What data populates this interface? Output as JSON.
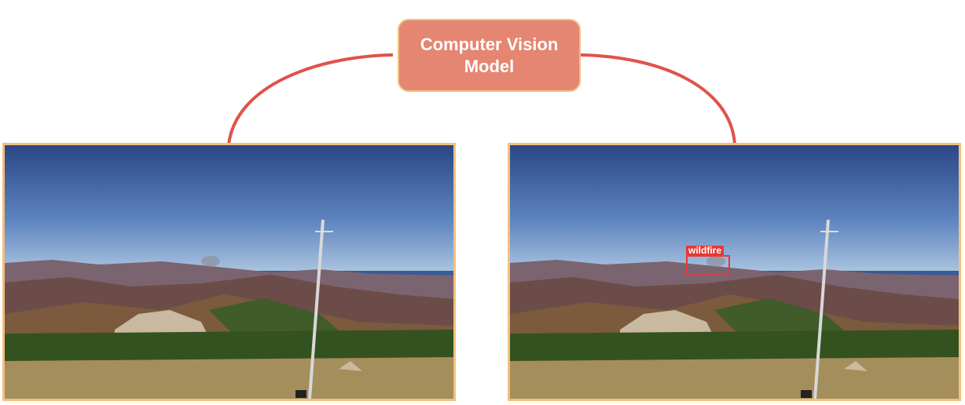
{
  "model": {
    "label": "Computer Vision Model"
  },
  "panels": {
    "input": {
      "description_icon": "landscape-photo"
    },
    "output": {
      "detection": {
        "label": "wildfire"
      }
    }
  },
  "colors": {
    "connector": "#e0534a",
    "model_fill": "#e48672",
    "panel_border": "#f2c07e",
    "detection": "#e53935"
  }
}
